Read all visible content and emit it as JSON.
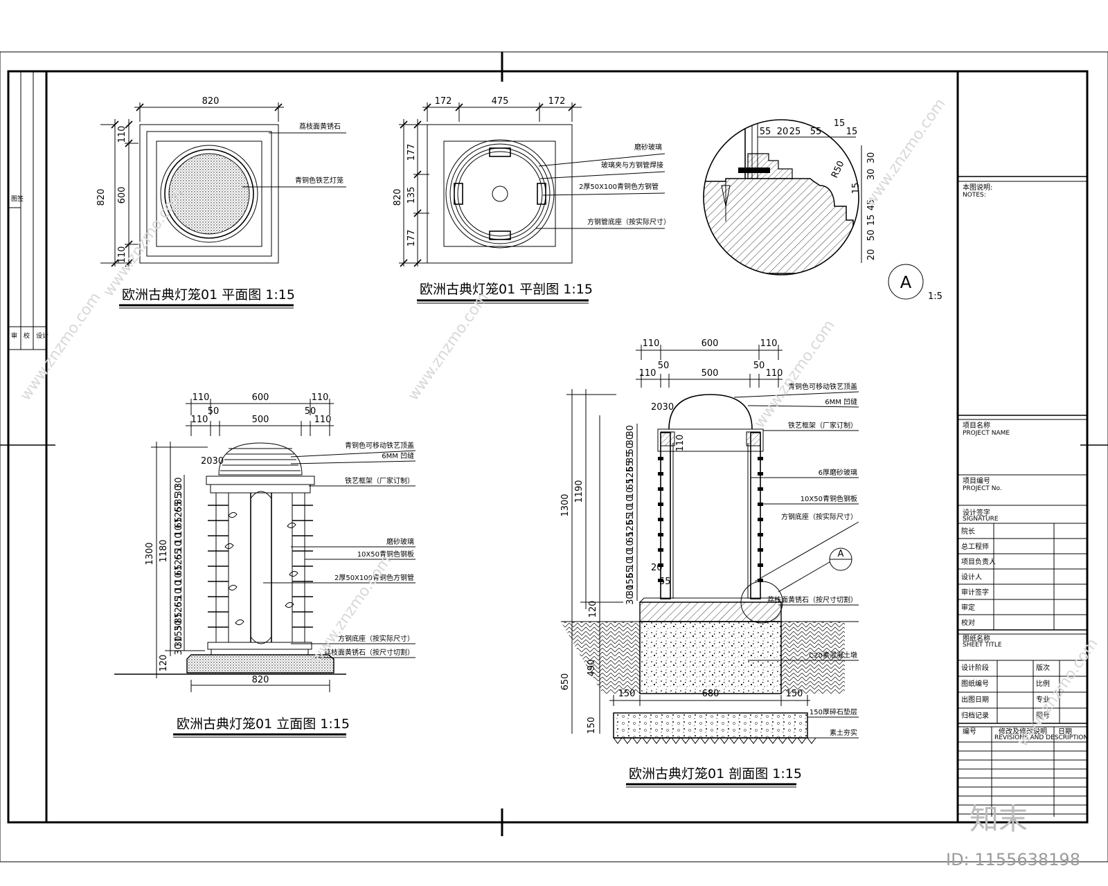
{
  "plan": {
    "title": "欧洲古典灯笼01 平面图 1:15",
    "dim_top": "820",
    "dim_left_total": "820",
    "dim_left_a": "110",
    "dim_left_b": "600",
    "dim_left_c": "110",
    "note_stone": "荔枝面黄锈石",
    "note_cage": "青铜色铁艺灯笼"
  },
  "plan_section": {
    "title": "欧洲古典灯笼01 平剖图 1:15",
    "dim_top_a": "172",
    "dim_top_b": "475",
    "dim_top_c": "172",
    "dim_left_total": "820",
    "dim_left_a": "177",
    "dim_left_b": "135",
    "dim_left_c": "177",
    "note_glass": "磨砂玻璃",
    "note_clip": "玻璃夹与方钢管焊接",
    "note_tube": "2厚50X100青铜色方钢管",
    "note_base": "方钢管底座（按实际尺寸）"
  },
  "detail": {
    "dims_top": [
      "55",
      "20",
      "25",
      "55",
      "15",
      "15"
    ],
    "dims_right": [
      "30",
      "30",
      "15",
      "45",
      "15",
      "50",
      "20"
    ],
    "radius": "R50",
    "marker": "A",
    "scale": "1:5"
  },
  "elevation": {
    "title": "欧洲古典灯笼01 立面图 1:15",
    "dim_top1": [
      "110",
      "600",
      "110"
    ],
    "dim_top2": [
      "110",
      "50",
      "500",
      "50",
      "110"
    ],
    "dim_bottom": "820",
    "dim_total": "1300",
    "dim_body": "1180",
    "dim_base": "120",
    "dim_2030": "2030",
    "dims_left": [
      "30",
      "30",
      "85",
      "65",
      "125",
      "65",
      "10",
      "10",
      "10",
      "65",
      "125",
      "65",
      "10",
      "10",
      "10",
      "65",
      "125",
      "85",
      "30",
      "155",
      "30",
      "30"
    ],
    "notes": [
      "青铜色可移动铁艺顶盖",
      "6MM 凹缝",
      "铁艺框架（厂家订制）",
      "磨砂玻璃",
      "10X50青铜色钢板",
      "2厚50X100青铜色方钢管",
      "方钢底座（按实际尺寸）",
      "荔枝面黄锈石（按尺寸切割）"
    ]
  },
  "section": {
    "title": "欧洲古典灯笼01 剖面图 1:15",
    "dim_top1": [
      "110",
      "600",
      "110"
    ],
    "dim_top2": [
      "110",
      "50",
      "500",
      "50",
      "110"
    ],
    "dim_total": "1300",
    "dim_body": "1190",
    "dim_base": "120",
    "dim_found": "650",
    "dim_found_b": "490",
    "dim_found_c": "150",
    "dim_bottom": [
      "150",
      "680",
      "150"
    ],
    "dim_2030": "2030",
    "dim_110": "110",
    "dim_20": "20",
    "dim_55": "55",
    "dims_left": [
      "30",
      "30",
      "50",
      "85",
      "65",
      "125",
      "65",
      "10",
      "10",
      "10",
      "65",
      "125",
      "65",
      "10",
      "10",
      "10",
      "65",
      "155",
      "30",
      "30"
    ],
    "marker": "A",
    "notes": [
      "青铜色可移动铁艺顶盖",
      "6MM 凹缝",
      "铁艺框架（厂家订制）",
      "6厚磨砂玻璃",
      "10X50青铜色钢板",
      "方钢底座（按实际尺寸）",
      "荔枝面黄锈石（按尺寸切割）",
      "C20素混凝土墩",
      "150厚碎石垫层",
      "素土夯实"
    ]
  },
  "titleblock": {
    "drawing_notes": "本图说明:",
    "drawing_notes_en": "NOTES:",
    "project_name": "项目名称",
    "project_name_en": "PROJECT NAME",
    "project_no": "项目编号",
    "project_no_en": "PROJECT No.",
    "signature": "设计签字",
    "signature_en": "SIGNATURE",
    "rows": [
      "院长",
      "总工程师",
      "项目负责人",
      "设计人",
      "审计签字",
      "审定",
      "校对"
    ],
    "drawing_name": "图纸名称",
    "drawing_name_en": "SHEET TITLE",
    "info_left": [
      "设计阶段",
      "图纸编号",
      "出图日期",
      "归档记录"
    ],
    "info_right": [
      "版次",
      "比例",
      "专业",
      "图号"
    ],
    "rev_cols": [
      "编号",
      "修改及修改说明",
      "日期"
    ],
    "rev_en": "REVISIONS AND DESCRIPTION"
  },
  "left_strip": [
    "图签",
    "审",
    "校",
    "设计"
  ],
  "watermark": "www.znzmo.com",
  "brand": "知末",
  "id_label": "ID: 1155638198"
}
